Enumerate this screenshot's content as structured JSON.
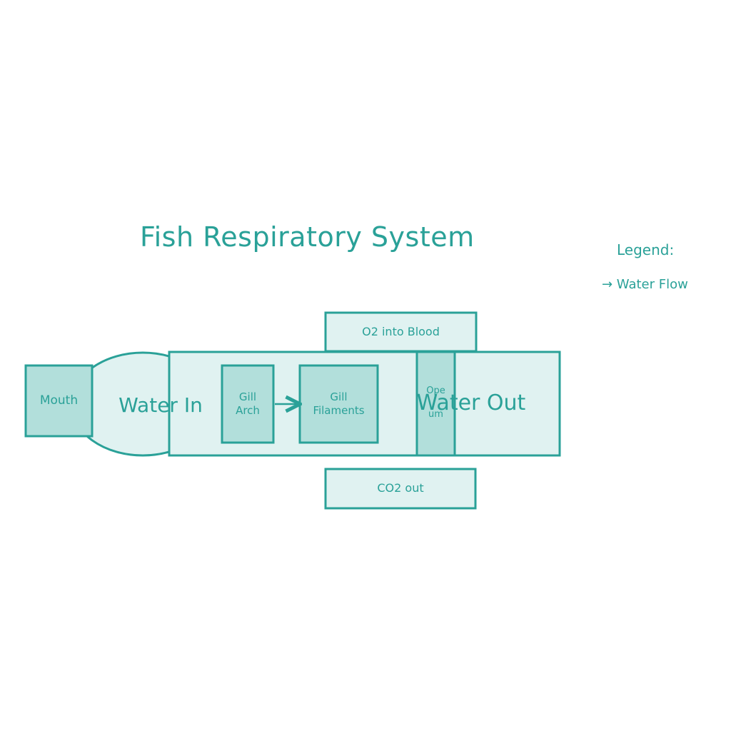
{
  "diagram": {
    "title": "Fish Respiratory System",
    "legend": {
      "title": "Legend:",
      "items": [
        "→ Water Flow"
      ]
    },
    "nodes": {
      "mouth": "Mouth",
      "water_in": "Water In",
      "gill_arch": "Gill\nArch",
      "gill_filaments": "Gill\nFilaments",
      "operculum": "Ope\n\num",
      "water_out": "Water Out",
      "o2_into_blood": "O2 into Blood",
      "co2_out": "CO2 out"
    },
    "colors": {
      "stroke": "#2aa198",
      "fill_light": "#e0f2f1",
      "fill_dark": "#b2dfdb"
    }
  }
}
